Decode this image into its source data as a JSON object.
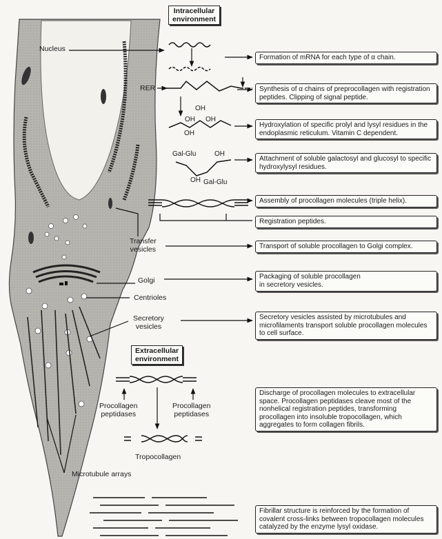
{
  "headers": {
    "intracellular": "Intracellular\nenvironment",
    "extracellular": "Extracellular\nenvironment"
  },
  "labels": {
    "nucleus": "Nucleus",
    "rer": "RER",
    "transfer_vesicles": "Transfer\nvesicles",
    "golgi": "Golgi",
    "centrioles": "Centrioles",
    "secretory_vesicles": "Secretory\nvesicles",
    "procollagen_peptidases_left": "Procollagen\npeptidases",
    "procollagen_peptidases_right": "Procollagen\npeptidases",
    "tropocollagen": "Tropocollagen",
    "microtubule_arrays": "Microtubule arrays"
  },
  "chem_labels": {
    "oh1": "OH",
    "oh2": "OH",
    "oh3": "OH",
    "oh4": "OH",
    "gal_glu_1": "Gal-Glu",
    "oh5": "OH",
    "oh6": "OH",
    "gal_glu_2": "Gal-Glu"
  },
  "steps": [
    "Formation of mRNA for each type of α chain.",
    "Synthesis of α chains of preprocollagen with registration peptides. Clipping of signal peptide.",
    "Hydroxylation of specific prolyl and lysyl residues in the endoplasmic reticulum. Vitamin C dependent.",
    "Attachment of soluble galactosyl and glucosyl to specific hydroxylysyl residues.",
    "Assembly of procollagen molecules (triple helix).",
    "Registration peptides.",
    "Transport of soluble procollagen to Golgi complex.",
    "Packaging of soluble procollagen\nin secretory vesicles.",
    "Secretory vesicles assisted by microtubules and microfilaments transport soluble procollagen molecules to cell surface.",
    "Discharge of procollagen molecules to extracellular space. Procollagen peptidases cleave most of the nonhelical registration peptides, transforming procollagen into insoluble tropocollagen, which aggregates to form collagen fibrils.",
    "Fibrillar structure is reinforced by the formation of covalent cross-links between tropocollagen molecules catalyzed by the enzyme lysyl oxidase."
  ]
}
